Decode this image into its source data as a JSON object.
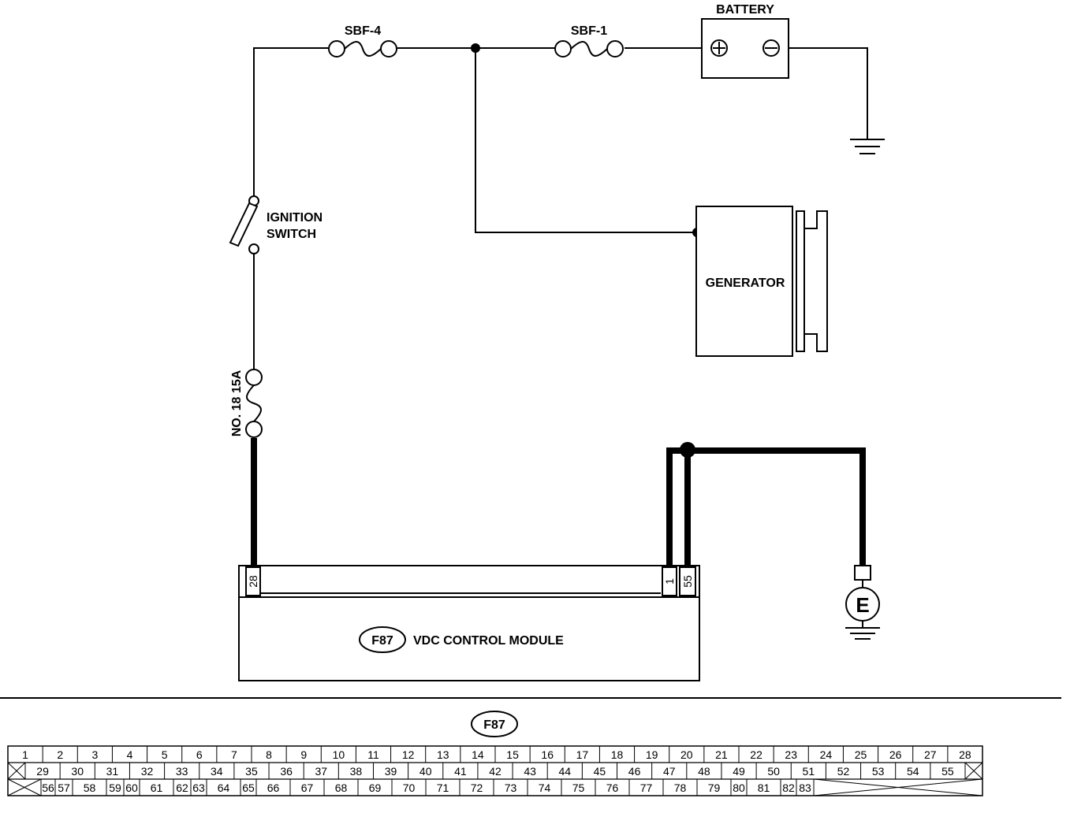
{
  "labels": {
    "battery": "BATTERY",
    "sbf4": "SBF-4",
    "sbf1": "SBF-1",
    "ignition_line1": "IGNITION",
    "ignition_line2": "SWITCH",
    "generator": "GENERATOR",
    "fuse18": "NO. 18 15A",
    "module_badge": "F87",
    "module_name": "VDC CONTROL MODULE",
    "ground_e": "E",
    "connector_badge": "F87"
  },
  "terminals": {
    "t28": "28",
    "t1": "1",
    "t55": "55"
  },
  "connector": {
    "row1": [
      "1",
      "2",
      "3",
      "4",
      "5",
      "6",
      "7",
      "8",
      "9",
      "10",
      "11",
      "12",
      "13",
      "14",
      "15",
      "16",
      "17",
      "18",
      "19",
      "20",
      "21",
      "22",
      "23",
      "24",
      "25",
      "26",
      "27",
      "28"
    ],
    "row2": [
      "29",
      "30",
      "31",
      "32",
      "33",
      "34",
      "35",
      "36",
      "37",
      "38",
      "39",
      "40",
      "41",
      "42",
      "43",
      "44",
      "45",
      "46",
      "47",
      "48",
      "49",
      "50",
      "51",
      "52",
      "53",
      "54",
      "55"
    ],
    "row3": [
      "56",
      "57",
      "58",
      "59",
      "60",
      "61",
      "62",
      "63",
      "64",
      "65",
      "66",
      "67",
      "68",
      "69",
      "70",
      "71",
      "72",
      "73",
      "74",
      "75",
      "76",
      "77",
      "78",
      "79",
      "80",
      "81",
      "82",
      "83"
    ]
  }
}
